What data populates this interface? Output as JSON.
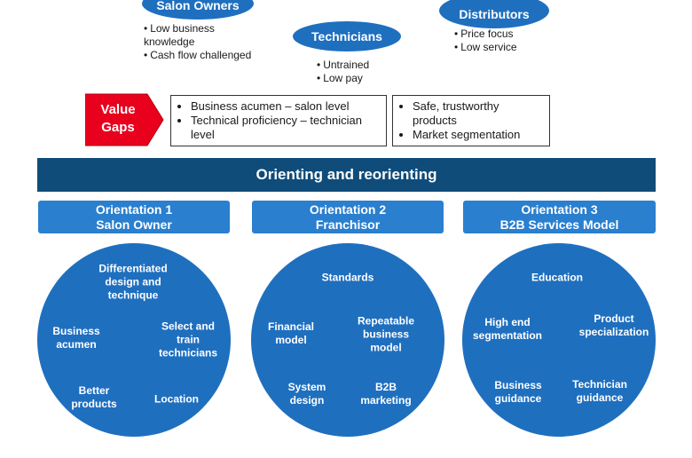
{
  "stakeholders": {
    "salon_owners": {
      "label": "Salon Owners",
      "bullets": [
        "Low business knowledge",
        "Cash flow challenged"
      ]
    },
    "technicians": {
      "label": "Technicians",
      "bullets": [
        "Untrained",
        "Low pay"
      ]
    },
    "distributors": {
      "label": "Distributors",
      "bullets": [
        "Price focus",
        "Low service"
      ]
    }
  },
  "value_gaps": {
    "label": "Value\nGaps",
    "box1": [
      "Business acumen – salon level",
      "Technical proficiency – technician level"
    ],
    "box2": [
      "Safe, trustworthy products",
      "Market segmentation"
    ]
  },
  "banner": "Orienting and reorienting",
  "orientations": [
    {
      "title": "Orientation 1",
      "subtitle": "Salon Owner",
      "items": [
        "Differentiated\ndesign and\ntechnique",
        "Business\nacumen",
        "Select and\ntrain\ntechnicians",
        "Better\nproducts",
        "Location"
      ]
    },
    {
      "title": "Orientation 2",
      "subtitle": "Franchisor",
      "items": [
        "Standards",
        "Financial\nmodel",
        "Repeatable\nbusiness\nmodel",
        "System\ndesign",
        "B2B\nmarketing"
      ]
    },
    {
      "title": "Orientation 3",
      "subtitle": "B2B Services Model",
      "items": [
        "Education",
        "High end\nsegmentation",
        "Product\nspecialization",
        "Business\nguidance",
        "Technician\nguidance"
      ]
    }
  ],
  "colors": {
    "accent_blue": "#1f6fbf",
    "dark_banner": "#0f4c7a",
    "gap_red": "#e8001c"
  }
}
